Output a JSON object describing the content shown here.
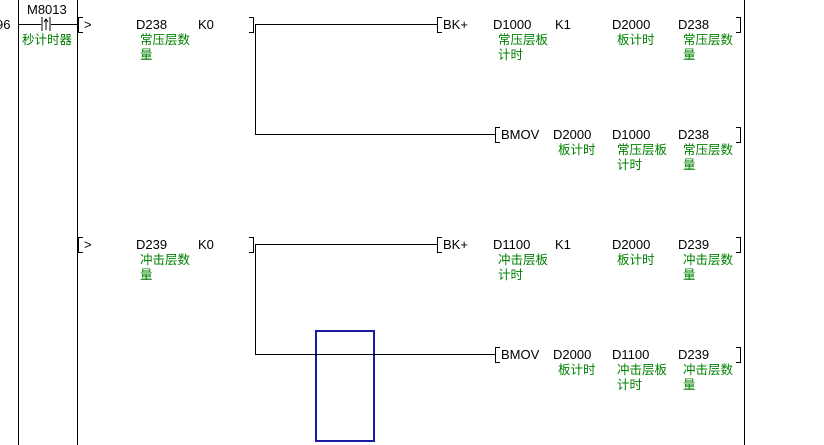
{
  "step_number": "96",
  "contact": {
    "device": "M8013",
    "comment": "秒计时器",
    "type": "rising-edge"
  },
  "rungs": [
    {
      "compare": {
        "op": ">",
        "operand1": "D238",
        "operand1_comment": "常压层数\n量",
        "operand2": "K0"
      },
      "instructions": [
        {
          "op": "BK+",
          "operands": [
            {
              "dev": "D1000",
              "comment": "常压层板\n计时"
            },
            {
              "dev": "K1",
              "comment": ""
            },
            {
              "dev": "D2000",
              "comment": "板计时"
            },
            {
              "dev": "D238",
              "comment": "常压层数\n量"
            }
          ]
        },
        {
          "op": "BMOV",
          "operands": [
            {
              "dev": "D2000",
              "comment": "板计时"
            },
            {
              "dev": "D1000",
              "comment": "常压层板\n计时"
            },
            {
              "dev": "D238",
              "comment": "常压层数\n量"
            }
          ]
        }
      ]
    },
    {
      "compare": {
        "op": ">",
        "operand1": "D239",
        "operand1_comment": "冲击层数\n量",
        "operand2": "K0"
      },
      "instructions": [
        {
          "op": "BK+",
          "operands": [
            {
              "dev": "D1100",
              "comment": "冲击层板\n计时"
            },
            {
              "dev": "K1",
              "comment": ""
            },
            {
              "dev": "D2000",
              "comment": "板计时"
            },
            {
              "dev": "D239",
              "comment": "冲击层数\n量"
            }
          ]
        },
        {
          "op": "BMOV",
          "operands": [
            {
              "dev": "D2000",
              "comment": "板计时"
            },
            {
              "dev": "D1100",
              "comment": "冲击层板\n计时"
            },
            {
              "dev": "D239",
              "comment": "冲击层数\n量"
            }
          ]
        }
      ]
    }
  ],
  "selection_color": "#1a1aa6"
}
